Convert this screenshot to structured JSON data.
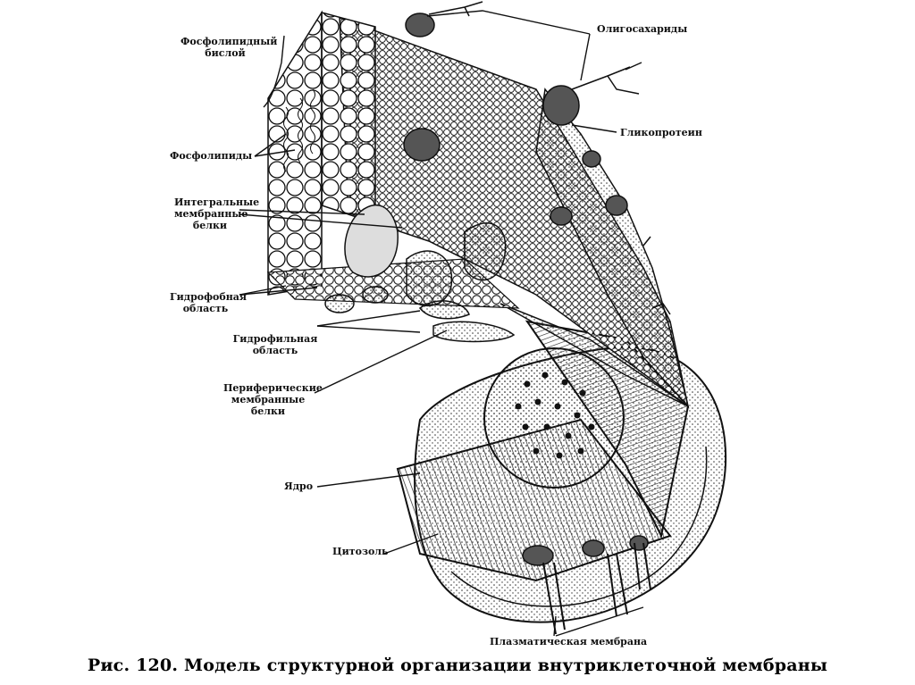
{
  "figure": {
    "caption": "Рис. 120. Модель структурной организации внутриклеточной мембраны"
  },
  "labels": {
    "bilayer_line1": "Фосфолипидный",
    "bilayer_line2": "бислой",
    "phospholipids": "Фосфолипиды",
    "integral_line1": "Интегральные",
    "integral_line2": "мембранные",
    "integral_line3": "белки",
    "hydrophobic_line1": "Гидрофобная",
    "hydrophobic_line2": "область",
    "hydrophilic_line1": "Гидрофильная",
    "hydrophilic_line2": "область",
    "peripheral_line1": "Периферические",
    "peripheral_line2": "мембранные",
    "peripheral_line3": "белки",
    "nucleus": "Ядро",
    "cytosol": "Цитозоль",
    "oligosaccharides": "Олигосахариды",
    "glycoprotein": "Гликопротеин",
    "plasma_membrane": "Плазматическая мембрана"
  }
}
